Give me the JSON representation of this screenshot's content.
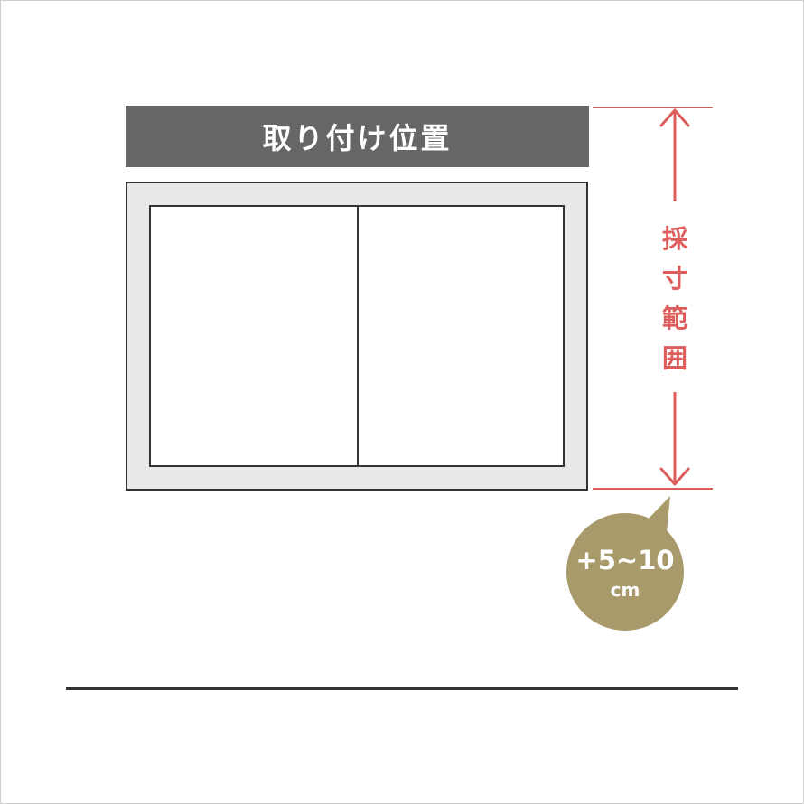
{
  "banner": {
    "title": "取り付け位置"
  },
  "measurement": {
    "label_chars": [
      "採",
      "寸",
      "範",
      "囲"
    ],
    "offset_value": "+5~10",
    "offset_unit": "cm"
  },
  "colors": {
    "banner_bg": "#666666",
    "dimension_accent": "#dd5d5d",
    "badge_bg": "#a89a6a",
    "window_frame": "#e9e9e9",
    "outline": "#333333"
  }
}
